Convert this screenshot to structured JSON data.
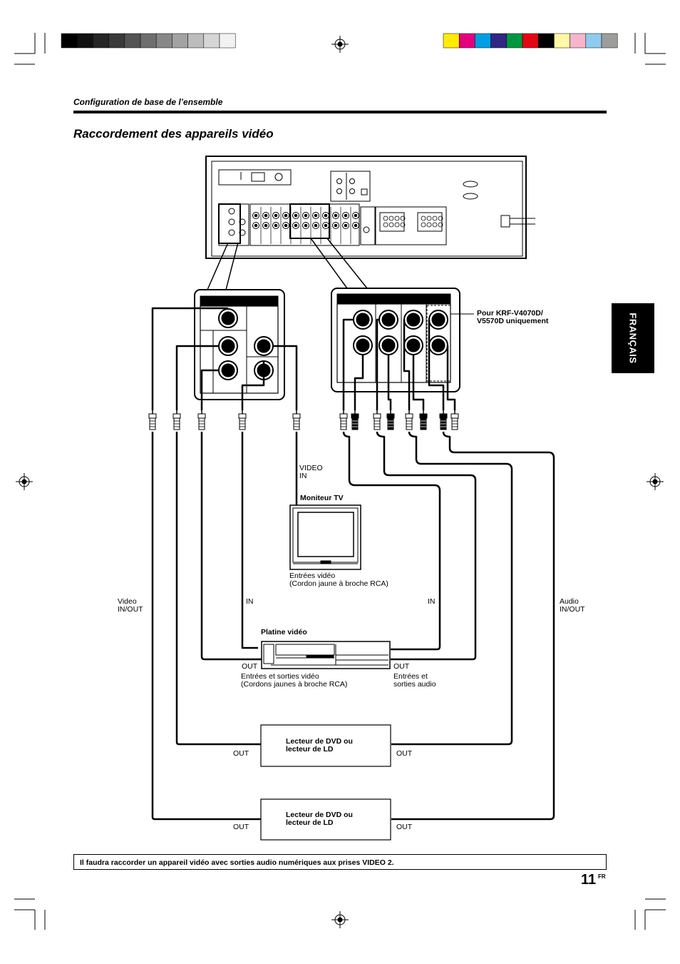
{
  "header": {
    "section": "Configuration de base de l’ensemble",
    "title": "Raccordement des appareils vidéo"
  },
  "side_tab": "FRANÇAIS",
  "labels": {
    "models_note_l1": "Pour KRF-V4070D/",
    "models_note_l2": "V5570D uniquement",
    "video_in_l1": "VIDEO",
    "video_in_l2": "IN",
    "monitor": "Moniteur TV",
    "monitor_inputs_l1": "Entrées vidéo",
    "monitor_inputs_l2": "(Cordon jaune à broche RCA)",
    "video_inout_l1": "Video",
    "video_inout_l2": "IN/OUT",
    "in_left": "IN",
    "in_right": "IN",
    "audio_inout_l1": "Audio",
    "audio_inout_l2": "IN/OUT",
    "vcr": "Platine vidéo",
    "vcr_out_left": "OUT",
    "vcr_out_right": "OUT",
    "vcr_video_l1": "Entrées et sorties vidéo",
    "vcr_video_l2": "(Cordons jaunes à broche RCA)",
    "vcr_audio_l1": "Entrées et",
    "vcr_audio_l2": "sorties audio",
    "dvd1_l1": "Lecteur de DVD ou",
    "dvd1_l2": "lecteur de LD",
    "dvd1_out_left": "OUT",
    "dvd1_out_right": "OUT",
    "dvd2_l1": "Lecteur de DVD ou",
    "dvd2_l2": "lecteur de LD",
    "dvd2_out_left": "OUT",
    "dvd2_out_right": "OUT"
  },
  "footer_note": "Il faudra raccorder un appareil vidéo avec sorties audio numériques aux prises VIDEO 2.",
  "page": {
    "number": "11",
    "lang": "FR"
  },
  "colors": {
    "ink": "#000000",
    "gray_bars": [
      "#000000",
      "#111111",
      "#262626",
      "#3a3a3a",
      "#545454",
      "#6e6e6e",
      "#888888",
      "#a2a2a2",
      "#bcbcbc",
      "#d6d6d6",
      "#f2f2f2"
    ],
    "color_bars": [
      "#ffec00",
      "#e5007e",
      "#009fe3",
      "#312783",
      "#00963f",
      "#e30613",
      "#000000",
      "#fff9a6",
      "#f7b5cd",
      "#8ecbef",
      "#9d9d9c"
    ]
  }
}
